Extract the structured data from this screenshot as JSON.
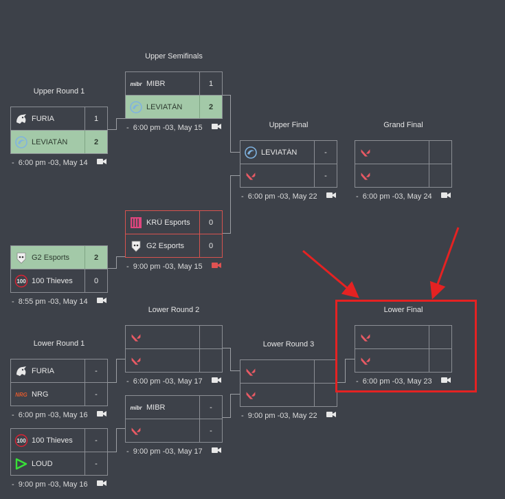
{
  "colors": {
    "background": "#3d4149",
    "win": "#a3c9a8",
    "live": "#d9534f",
    "annotation": "#e52222"
  },
  "titles": {
    "upper_round_1": "Upper Round 1",
    "upper_semifinals": "Upper Semifinals",
    "upper_final": "Upper Final",
    "grand_final": "Grand Final",
    "lower_round_1": "Lower Round 1",
    "lower_round_2": "Lower Round 2",
    "lower_round_3": "Lower Round 3",
    "lower_final": "Lower Final"
  },
  "matches": {
    "ur1a": {
      "team1": {
        "name": "FURIA",
        "score": "1",
        "logo": "furia-logo"
      },
      "team2": {
        "name": "LEVIATÁN",
        "score": "2",
        "logo": "leviatan-logo",
        "winner": true
      },
      "time": "6:00 pm -03, May 14"
    },
    "ur1b": {
      "team1": {
        "name": "G2 Esports",
        "score": "2",
        "logo": "g2-logo",
        "winner": true
      },
      "team2": {
        "name": "100 Thieves",
        "score": "0",
        "logo": "100thieves-logo"
      },
      "time": "8:55 pm -03, May 14"
    },
    "usfa": {
      "team1": {
        "name": "MIBR",
        "score": "1",
        "logo": "mibr-logo"
      },
      "team2": {
        "name": "LEVIATÁN",
        "score": "2",
        "logo": "leviatan-logo",
        "winner": true
      },
      "time": "6:00 pm -03, May 15"
    },
    "usfb": {
      "team1": {
        "name": "KRÜ Esports",
        "score": "0",
        "logo": "kru-logo"
      },
      "team2": {
        "name": "G2 Esports",
        "score": "0",
        "logo": "g2-logo"
      },
      "time": "9:00 pm -03, May 15",
      "live": true
    },
    "uf": {
      "team1": {
        "name": "LEVIATÁN",
        "score": "-",
        "logo": "leviatan-logo"
      },
      "team2": {
        "name": "",
        "score": "-",
        "logo": "valorant-logo"
      },
      "time": "6:00 pm -03, May 22"
    },
    "gf": {
      "team1": {
        "name": "",
        "score": "",
        "logo": "valorant-logo"
      },
      "team2": {
        "name": "",
        "score": "",
        "logo": "valorant-logo"
      },
      "time": "6:00 pm -03, May 24"
    },
    "lr1a": {
      "team1": {
        "name": "FURIA",
        "score": "-",
        "logo": "furia-logo"
      },
      "team2": {
        "name": "NRG",
        "score": "-",
        "logo": "nrg-logo"
      },
      "time": "6:00 pm -03, May 16"
    },
    "lr1b": {
      "team1": {
        "name": "100 Thieves",
        "score": "-",
        "logo": "100thieves-logo"
      },
      "team2": {
        "name": "LOUD",
        "score": "-",
        "logo": "loud-logo"
      },
      "time": "9:00 pm -03, May 16"
    },
    "lr2a": {
      "team1": {
        "name": "",
        "score": "",
        "logo": "valorant-logo"
      },
      "team2": {
        "name": "",
        "score": "",
        "logo": "valorant-logo"
      },
      "time": "6:00 pm -03, May 17"
    },
    "lr2b": {
      "team1": {
        "name": "MIBR",
        "score": "-",
        "logo": "mibr-logo"
      },
      "team2": {
        "name": "",
        "score": "-",
        "logo": "valorant-logo"
      },
      "time": "9:00 pm -03, May 17"
    },
    "lr3": {
      "team1": {
        "name": "",
        "score": "",
        "logo": "valorant-logo"
      },
      "team2": {
        "name": "",
        "score": "",
        "logo": "valorant-logo"
      },
      "time": "9:00 pm -03, May 22"
    },
    "lf": {
      "team1": {
        "name": "",
        "score": "",
        "logo": "valorant-logo"
      },
      "team2": {
        "name": "",
        "score": "",
        "logo": "valorant-logo"
      },
      "time": "6:00 pm -03, May 23"
    }
  }
}
